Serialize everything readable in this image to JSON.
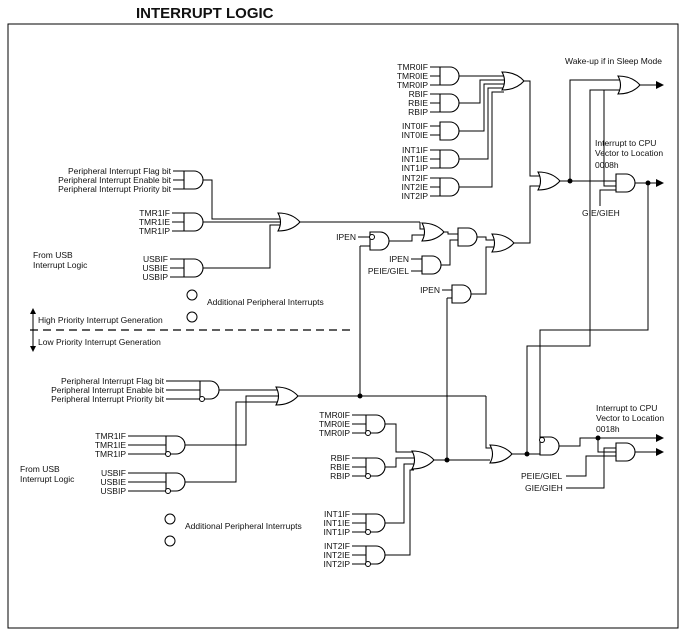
{
  "title": "INTERRUPT LOGIC",
  "notes": {
    "wake_up": "Wake-up if in Sleep Mode",
    "cpu_high_1": "Interrupt to CPU",
    "cpu_high_2": "Vector to Location",
    "cpu_high_3": "0008h",
    "cpu_low_1": "Interrupt to CPU",
    "cpu_low_2": "Vector to Location",
    "cpu_low_3": "0018h",
    "high_priority": "High Priority Interrupt Generation",
    "low_priority": "Low Priority Interrupt Generation",
    "additional_high": "Additional Peripheral Interrupts",
    "additional_low": "Additional Peripheral Interrupts",
    "from_usb_high_1": "From USB",
    "from_usb_high_2": "Interrupt Logic",
    "from_usb_low_1": "From USB",
    "from_usb_low_2": "Interrupt Logic"
  },
  "signals": {
    "gie_gieh_high": "GIE/GIEH",
    "ipen_1": "IPEN",
    "ipen_2": "IPEN",
    "ipen_3": "IPEN",
    "peie_giel_mid": "PEIE/GIEL",
    "peie_giel_low": "PEIE/GIEL",
    "gie_gieh_low": "GIE/GIEH"
  },
  "groups": {
    "periph_high": [
      "Peripheral Interrupt Flag bit",
      "Peripheral Interrupt Enable bit",
      "Peripheral Interrupt Priority bit"
    ],
    "tmr1_high": [
      "TMR1IF",
      "TMR1IE",
      "TMR1IP"
    ],
    "usb_high": [
      "USBIF",
      "USBIE",
      "USBIP"
    ],
    "tmr0_high": [
      "TMR0IF",
      "TMR0IE",
      "TMR0IP"
    ],
    "rb_high": [
      "RBIF",
      "RBIE",
      "RBIP"
    ],
    "int0_high": [
      "INT0IF",
      "INT0IE"
    ],
    "int1_high": [
      "INT1IF",
      "INT1IE",
      "INT1IP"
    ],
    "int2_high": [
      "INT2IF",
      "INT2IE",
      "INT2IP"
    ],
    "periph_low": [
      "Peripheral Interrupt Flag bit",
      "Peripheral Interrupt Enable bit",
      "Peripheral Interrupt Priority bit"
    ],
    "tmr1_low": [
      "TMR1IF",
      "TMR1IE",
      "TMR1IP"
    ],
    "usb_low": [
      "USBIF",
      "USBIE",
      "USBIP"
    ],
    "tmr0_low": [
      "TMR0IF",
      "TMR0IE",
      "TMR0IP"
    ],
    "rb_low": [
      "RBIF",
      "RBIE",
      "RBIP"
    ],
    "int1_low": [
      "INT1IF",
      "INT1IE",
      "INT1IP"
    ],
    "int2_low": [
      "INT2IF",
      "INT2IE",
      "INT2IP"
    ]
  }
}
